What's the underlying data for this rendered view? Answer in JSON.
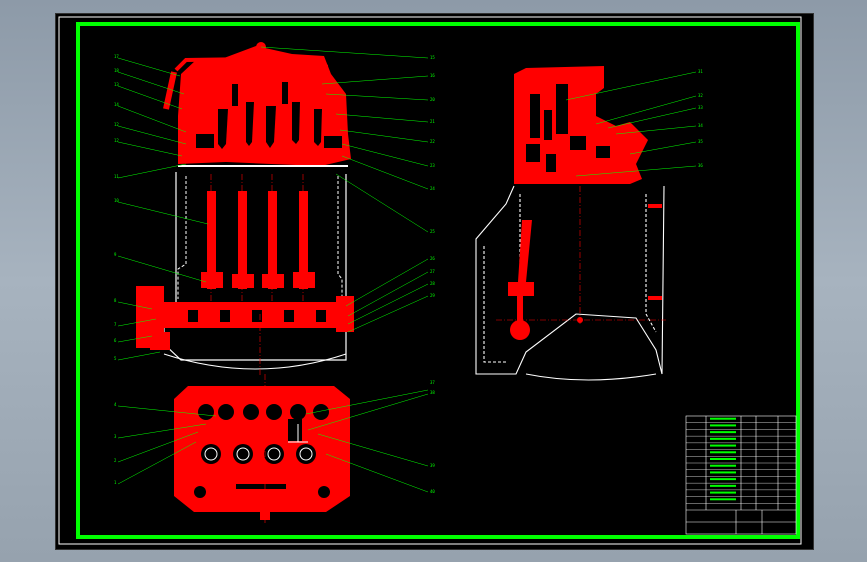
{
  "drawing": {
    "colors": {
      "background": "#000000",
      "frame": "#00ff00",
      "section_fill": "#ff0000",
      "outline": "#ffffff",
      "leader": "#00ff00",
      "centerline": "#ff0000"
    },
    "left_labels": [
      "17",
      "18",
      "13",
      "14",
      "12",
      "12",
      "11",
      "10",
      "9",
      "8",
      "7",
      "6",
      "5"
    ],
    "right_labels": [
      "15",
      "16",
      "20",
      "21",
      "22",
      "23",
      "24",
      "25",
      "26",
      "27",
      "28",
      "29"
    ],
    "side_labels": [
      "31",
      "32",
      "33",
      "34",
      "35",
      "36"
    ],
    "plan_left_labels": [
      "4",
      "3",
      "2",
      "1"
    ],
    "plan_right_labels": [
      "37",
      "38",
      "39",
      "40"
    ],
    "title_block": {
      "caption": "",
      "rows": 14
    }
  }
}
